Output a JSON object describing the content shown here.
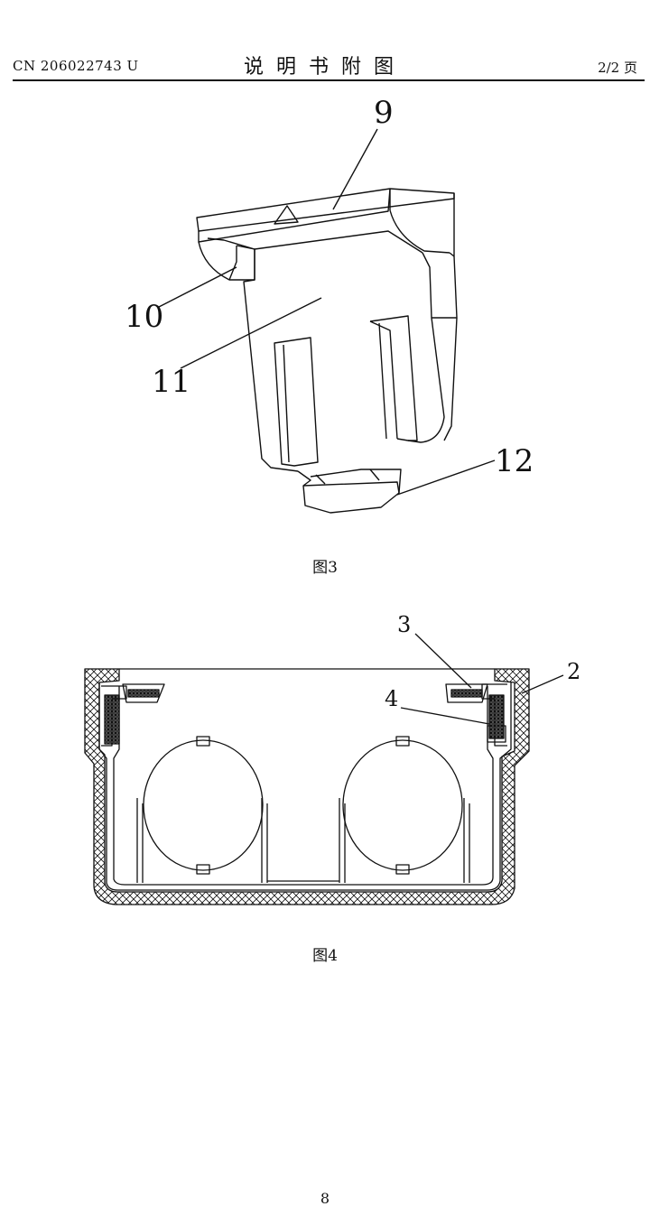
{
  "header": {
    "patent_number": "CN 206022743 U",
    "title": "说明书附图",
    "page_indicator": "2/2 页"
  },
  "figure3": {
    "caption": "图3",
    "labels": {
      "l9": "9",
      "l10": "10",
      "l11": "11",
      "l12": "12"
    }
  },
  "figure4": {
    "caption": "图4",
    "labels": {
      "l3": "3",
      "l2": "2",
      "l4": "4"
    }
  },
  "footer": {
    "page_number": "8"
  },
  "colors": {
    "ink": "#111111",
    "paper": "#ffffff"
  }
}
